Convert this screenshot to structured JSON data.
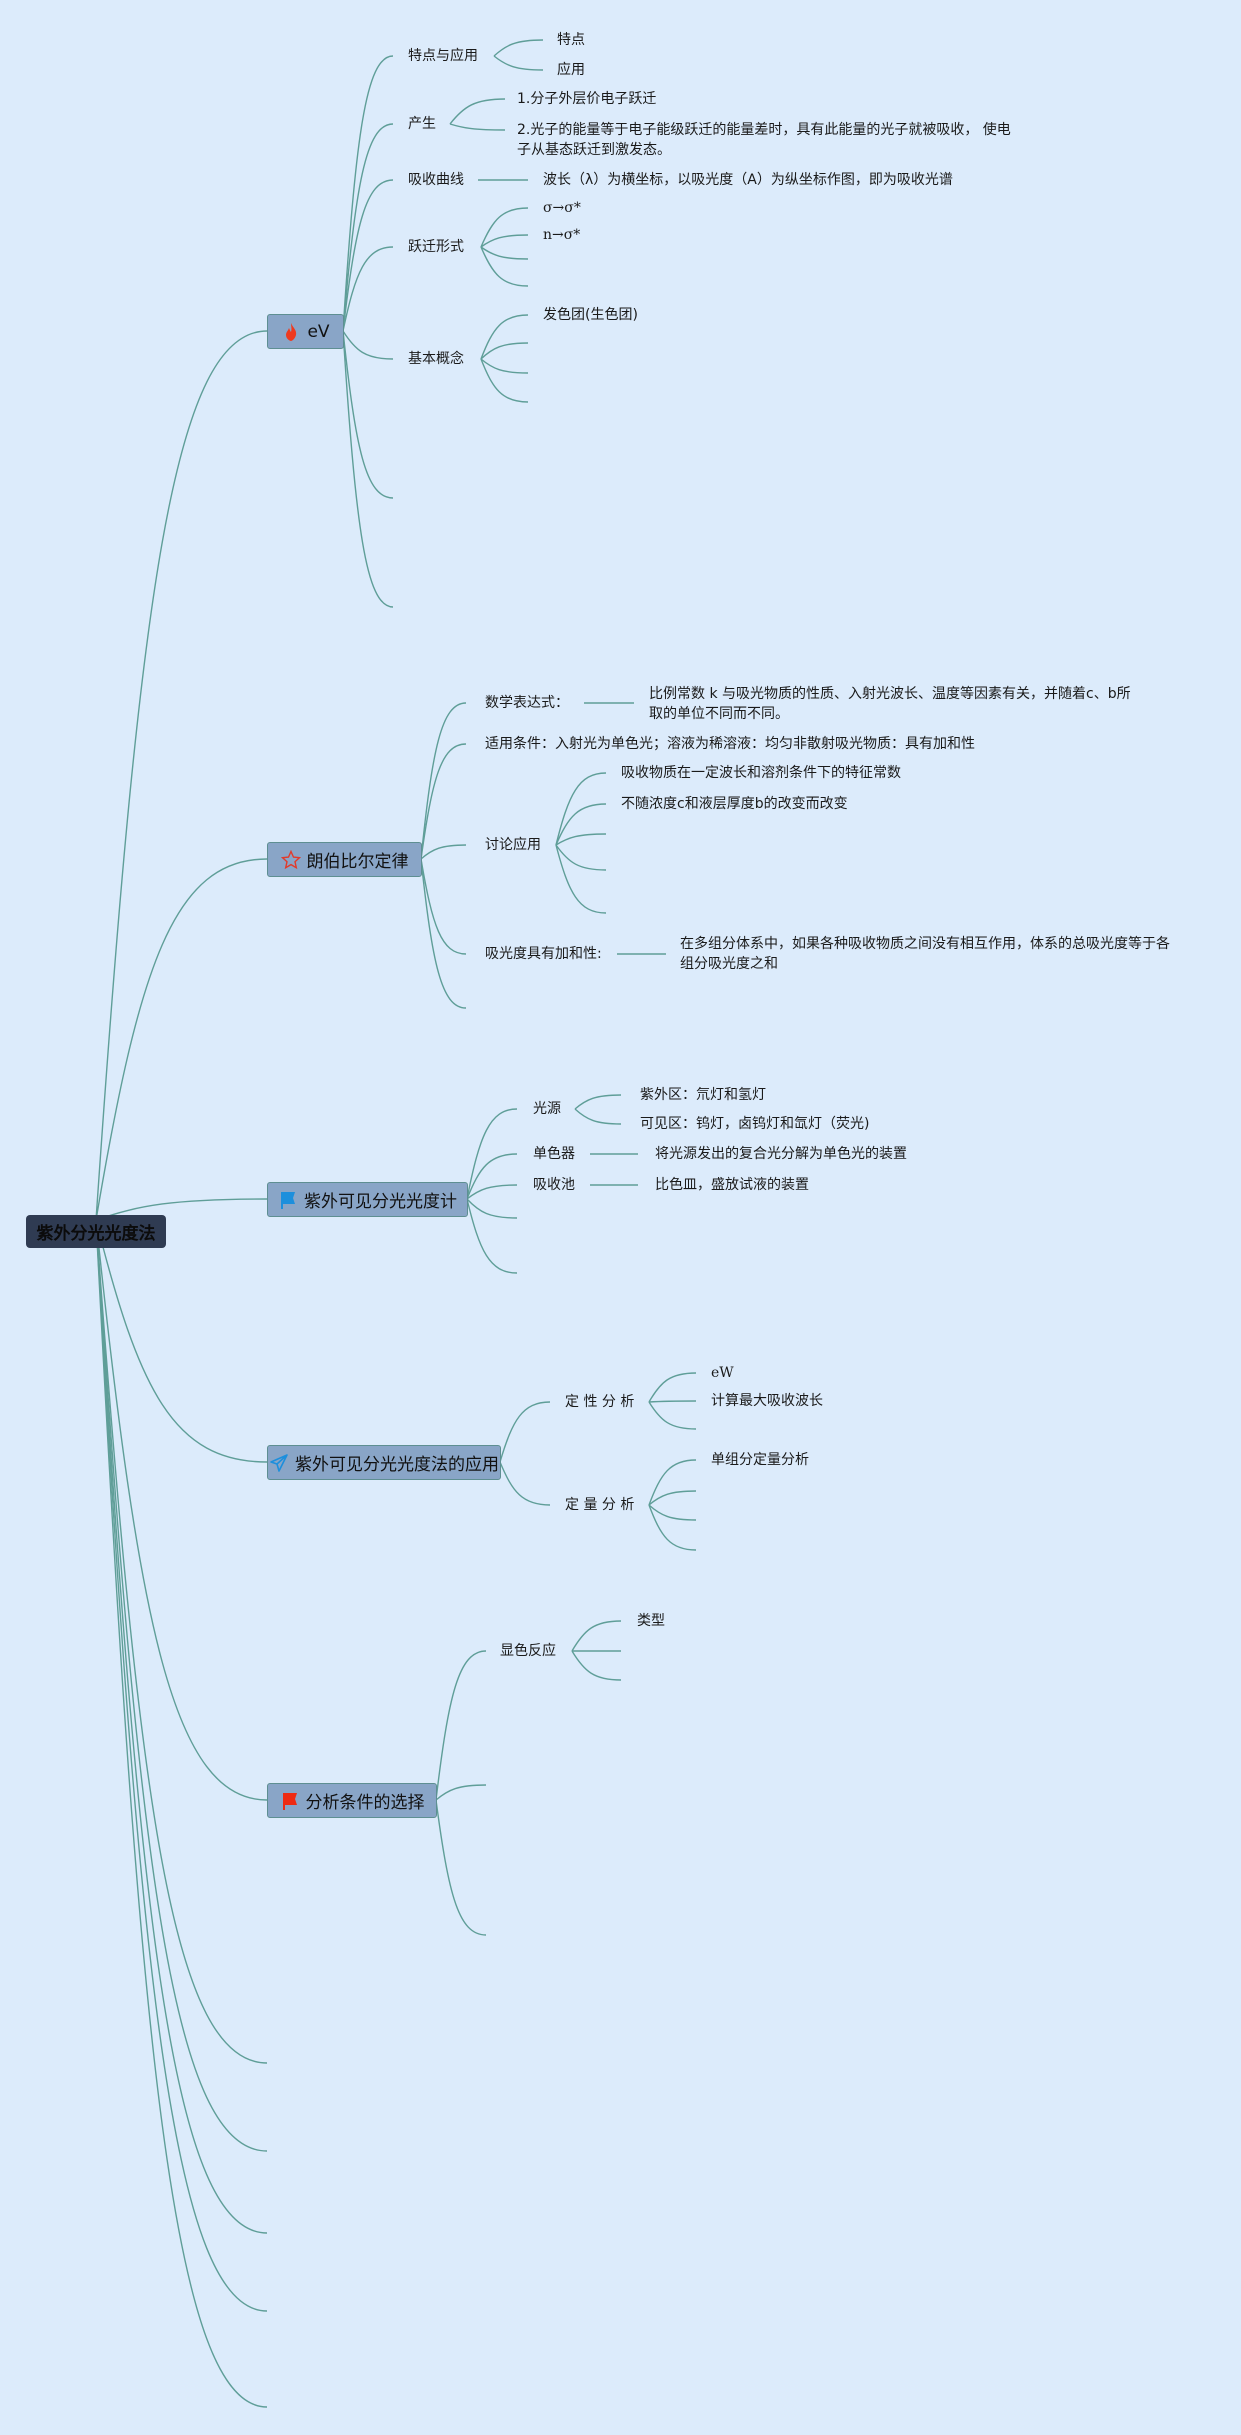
{
  "root": {
    "label": "紫外分光光度法"
  },
  "branches": [
    {
      "label": "eV",
      "icon": "fire-icon",
      "children": [
        {
          "label": "特点与应用",
          "children": [
            "特点",
            "应用"
          ]
        },
        {
          "label": "产生",
          "children": [
            "1.分子外层价电子跃迁",
            "2.光子的能量等于电子能级跃迁的能量差时，具有此能量的光子就被吸收， 使电子从基态跃迁到激发态。"
          ]
        },
        {
          "label": "吸收曲线",
          "detail": "波长（λ）为横坐标，以吸光度（A）为纵坐标作图，即为吸收光谱"
        },
        {
          "label": "跃迁形式",
          "children": [
            "σ→σ*",
            "n→σ*"
          ]
        },
        {
          "label": "基本概念",
          "children": [
            "发色团(生色团)"
          ]
        }
      ]
    },
    {
      "label": "朗伯比尔定律",
      "icon": "star-icon",
      "children": [
        {
          "label": "数学表达式：",
          "detail": "比例常数 k 与吸光物质的性质、入射光波长、温度等因素有关，并随着c、b所取的单位不同而不同。"
        },
        {
          "label": "适用条件：入射光为单色光；溶液为稀溶液：均匀非散射吸光物质：具有加和性"
        },
        {
          "label": "讨论应用",
          "children": [
            "吸收物质在一定波长和溶剂条件下的特征常数",
            "不随浓度c和液层厚度b的改变而改变"
          ]
        },
        {
          "label": "吸光度具有加和性:",
          "detail": "在多组分体系中，如果各种吸收物质之间没有相互作用，体系的总吸光度等于各组分吸光度之和"
        }
      ]
    },
    {
      "label": "紫外可见分光光度计",
      "icon": "flag-icon",
      "children": [
        {
          "label": "光源",
          "children": [
            "紫外区：氘灯和氢灯",
            "可见区：钨灯，卤钨灯和氙灯（荧光)"
          ]
        },
        {
          "label": "单色器",
          "detail": "将光源发出的复合光分解为单色光的装置"
        },
        {
          "label": "吸收池",
          "detail": "比色皿，盛放试液的装置"
        }
      ]
    },
    {
      "label": "紫外可见分光光度法的应用",
      "icon": "paper-plane-icon",
      "children": [
        {
          "label": "定 性 分 析",
          "children": [
            "eW",
            "计算最大吸收波长"
          ]
        },
        {
          "label": "定 量 分 析",
          "children": [
            "单组分定量分析"
          ]
        }
      ]
    },
    {
      "label": "分析条件的选择",
      "icon": "red-flag-icon",
      "children": [
        {
          "label": "显色反应",
          "children": [
            "类型"
          ]
        }
      ]
    }
  ],
  "colors": {
    "background": "#dcebfb",
    "line": "#5f9e98",
    "box": "#89a5c7",
    "root": "#2f3b52"
  }
}
